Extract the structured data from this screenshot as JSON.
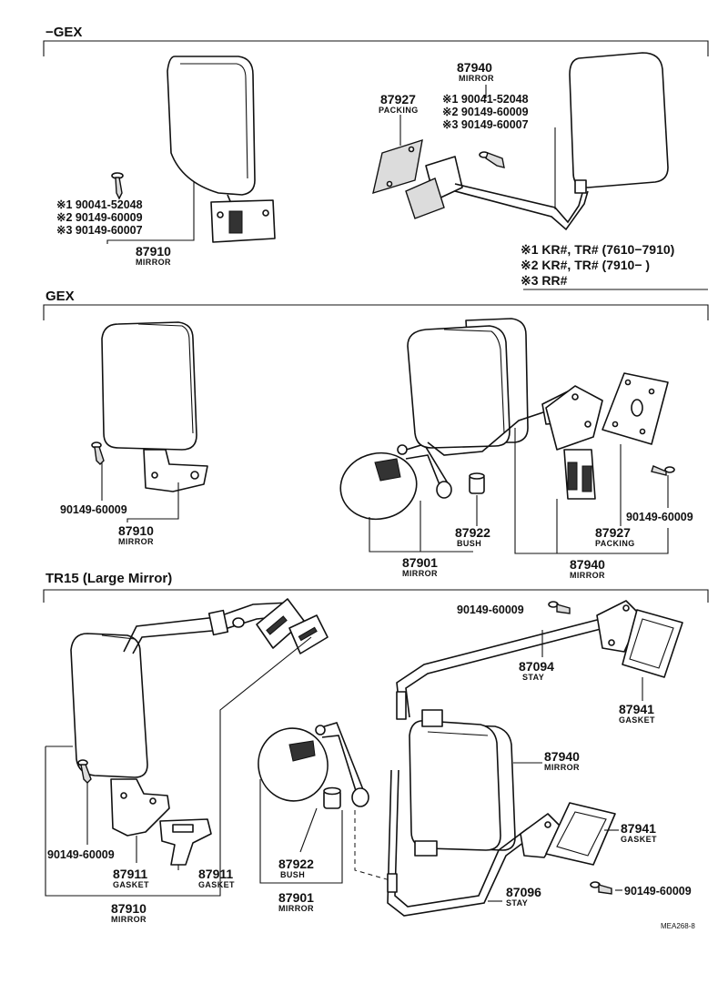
{
  "sections": [
    {
      "id": "no-gex",
      "label": "−GEX"
    },
    {
      "id": "gex",
      "label": "GEX"
    },
    {
      "id": "tr15",
      "label": "TR15 (Large Mirror)"
    }
  ],
  "sec1": {
    "mirror_left": {
      "number": "87910",
      "name": "MIRROR"
    },
    "mirror_right": {
      "number": "87940",
      "name": "MIRROR"
    },
    "packing": {
      "number": "87927",
      "name": "PACKING"
    },
    "screws_left": [
      "※1 90041-52048",
      "※2 90149-60009",
      "※3 90149-60007"
    ],
    "screws_right": [
      "※1 90041-52048",
      "※2 90149-60009",
      "※3 90149-60007"
    ],
    "notes": [
      "※1 KR#, TR# (7610−7910)",
      "※2 KR#, TR# (7910−      )",
      "※3 RR#"
    ]
  },
  "sec2": {
    "screw_left": "90149-60009",
    "mirror_left": {
      "number": "87910",
      "name": "MIRROR"
    },
    "bush": {
      "number": "87922",
      "name": "BUSH"
    },
    "mirror_small": {
      "number": "87901",
      "name": "MIRROR"
    },
    "packing": {
      "number": "87927",
      "name": "PACKING"
    },
    "mirror_right": {
      "number": "87940",
      "name": "MIRROR"
    },
    "screw_right": "90149-60009"
  },
  "sec3": {
    "screw_top": "90149-60009",
    "stay_top": {
      "number": "87094",
      "name": "STAY"
    },
    "gasket_top": {
      "number": "87941",
      "name": "GASKET"
    },
    "mirror_right": {
      "number": "87940",
      "name": "MIRROR"
    },
    "gasket_right": {
      "number": "87941",
      "name": "GASKET"
    },
    "screw_left": "90149-60009",
    "gasket_a": {
      "number": "87911",
      "name": "GASKET"
    },
    "gasket_b": {
      "number": "87911",
      "name": "GASKET"
    },
    "mirror_left": {
      "number": "87910",
      "name": "MIRROR"
    },
    "bush": {
      "number": "87922",
      "name": "BUSH"
    },
    "mirror_small": {
      "number": "87901",
      "name": "MIRROR"
    },
    "stay_bottom": {
      "number": "87096",
      "name": "STAY"
    },
    "screw_bottom": "90149-60009"
  },
  "ref_code": "MEA268-8"
}
